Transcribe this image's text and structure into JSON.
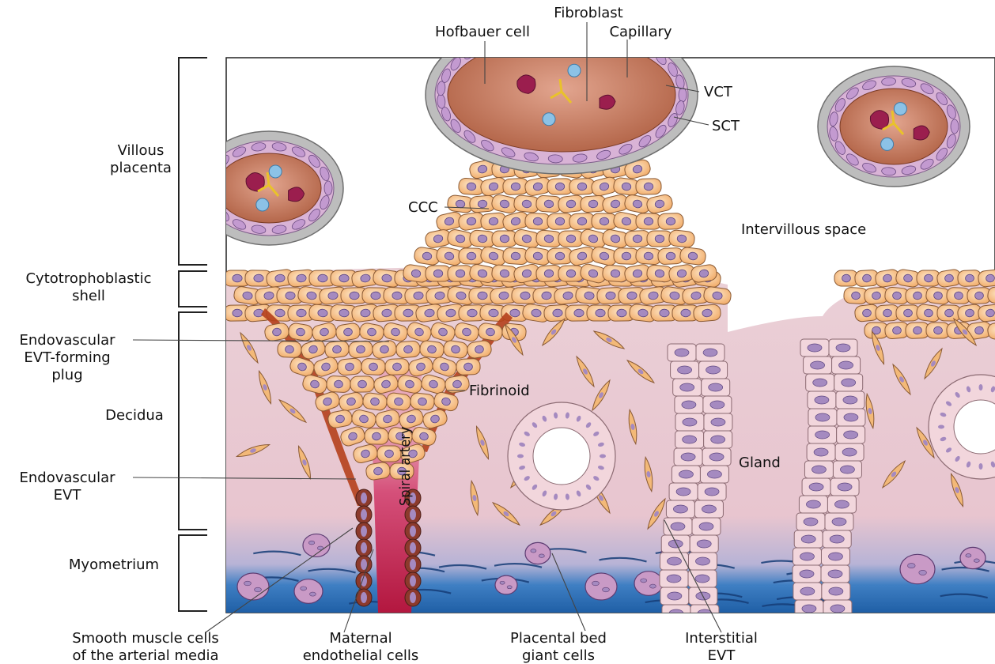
{
  "left_labels": {
    "villous": [
      "Villous",
      "placenta"
    ],
    "shell": [
      "Cytotrophoblastic",
      "shell"
    ],
    "plug": [
      "Endovascular",
      "EVT-forming",
      "plug"
    ],
    "decidua": "Decidua",
    "evt": [
      "Endovascular",
      "EVT"
    ],
    "myometrium": "Myometrium"
  },
  "top_labels": {
    "fibroblast": "Fibroblast",
    "hofbauer": "Hofbauer cell",
    "capillary": "Capillary",
    "vct": "VCT",
    "sct": "SCT",
    "ccc": "CCC"
  },
  "inner_labels": {
    "intervillous": "Intervillous space",
    "fibrinoid": "Fibrinoid",
    "gland": "Gland",
    "spiral_artery": "Spiral artery"
  },
  "bottom_labels": {
    "smooth_muscle": [
      "Smooth muscle cells",
      "of the arterial media"
    ],
    "maternal_endo": [
      "Maternal",
      "endothelial cells"
    ],
    "giant_cells": [
      "Placental bed",
      "giant cells"
    ],
    "interstitial": [
      "Interstitial",
      "EVT"
    ]
  },
  "colors": {
    "decidua": "#e9c7cf",
    "myometrium": "#2b6fb3",
    "trophoblast": "#f6c28a",
    "nucleus": "#a58ac0",
    "villus_core": "#b5694f",
    "sct_layer": "#9a9a9a",
    "spiral_artery": "#c0264d",
    "fibrinoid": "#b5401c",
    "gland_epithelium": "#f2d6dc"
  }
}
